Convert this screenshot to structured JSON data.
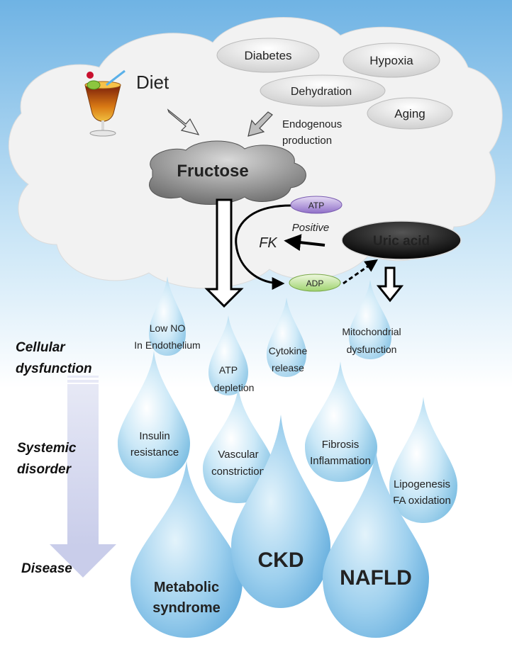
{
  "clouds": {
    "diet": "Diet",
    "factors": [
      {
        "label": "Diabetes"
      },
      {
        "label": "Hypoxia"
      },
      {
        "label": "Dehydration"
      },
      {
        "label": "Aging"
      }
    ],
    "endogenous": [
      "Endogenous",
      "production"
    ]
  },
  "fructose": "Fructose",
  "cycle": {
    "atp": "ATP",
    "positive": "Positive",
    "enzyme": "FK",
    "adp": "ADP",
    "uric_acid": "Uric acid"
  },
  "levels": {
    "cellular": [
      "Cellular",
      "dysfunction"
    ],
    "systemic": [
      "Systemic",
      "disorder"
    ],
    "disease": "Disease"
  },
  "cellular_drops": {
    "low_no": [
      "Low NO",
      "In Endothelium"
    ],
    "atp_depletion": [
      "ATP",
      "depletion"
    ],
    "cytokine": [
      "Cytokine",
      "release"
    ],
    "mito": [
      "Mitochondrial",
      "dysfunction"
    ]
  },
  "systemic_drops": {
    "insulin": [
      "Insulin",
      "resistance"
    ],
    "vascular": [
      "Vascular",
      "constriction"
    ],
    "fibrosis": [
      "Fibrosis",
      "Inflammation"
    ],
    "lipo": [
      "Lipogenesis",
      "FA oxidation"
    ]
  },
  "disease_drops": {
    "metabolic": [
      "Metabolic",
      "syndrome"
    ],
    "ckd": "CKD",
    "nafld": "NAFLD"
  },
  "colors": {
    "sky_top": "#6fb3e4",
    "sky_bottom": "#ffffff",
    "enzyme": "#d0142c",
    "atp_pill": "#8f6fc8",
    "adp_pill": "#9fd36f"
  }
}
